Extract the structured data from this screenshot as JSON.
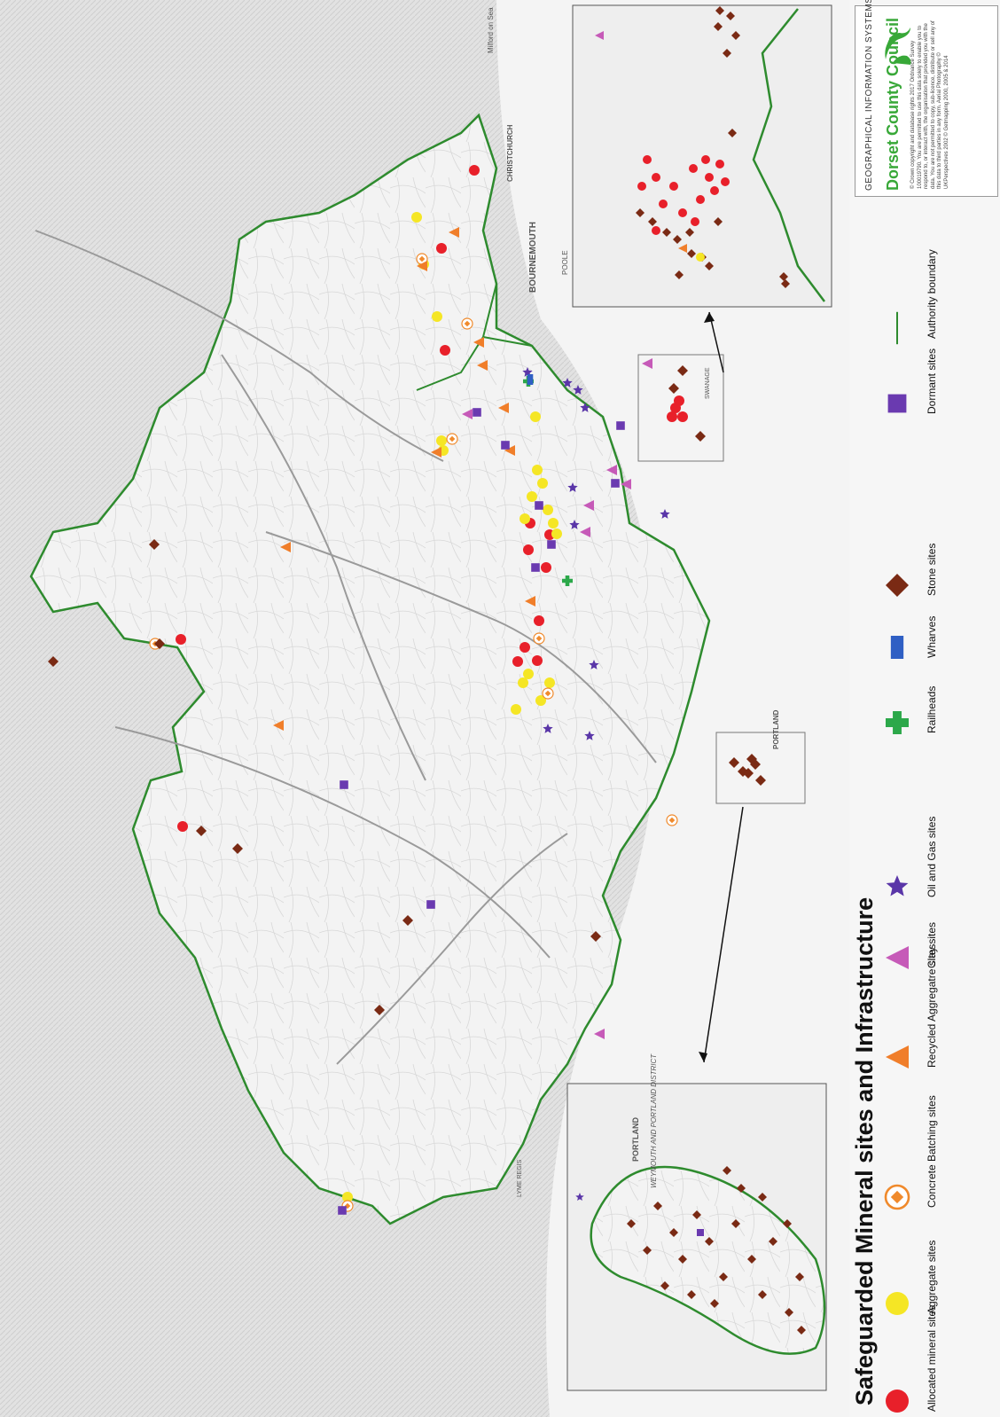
{
  "legend": {
    "title": "Safeguarded Mineral sites and Infrastructure",
    "items": [
      {
        "key": "allocated",
        "label": "Allocated mineral sites",
        "symbol": "circle",
        "color": "#e8202a"
      },
      {
        "key": "aggregate",
        "label": "Aggregate sites",
        "symbol": "circle",
        "color": "#f5e625"
      },
      {
        "key": "concrete",
        "label": "Concrete Batching sites",
        "symbol": "ring-diamond",
        "color": "#f08a2c"
      },
      {
        "key": "recycled",
        "label": "Recycled Aggregatre sites",
        "symbol": "triangle",
        "color": "#f07e2a"
      },
      {
        "key": "clay",
        "label": "Clay sites",
        "symbol": "triangle",
        "color": "#c65ab8"
      },
      {
        "key": "oilgas",
        "label": "Oil and Gas sites",
        "symbol": "star",
        "color": "#5a36a8"
      },
      {
        "key": "railheads",
        "label": "Railheads",
        "symbol": "cross",
        "color": "#2ca84a"
      },
      {
        "key": "wharves",
        "label": "Wharves",
        "symbol": "rectangle",
        "color": "#2f5fc4"
      },
      {
        "key": "stone",
        "label": "Stone sites",
        "symbol": "diamond",
        "color": "#7a2a14"
      },
      {
        "key": "dormant",
        "label": "Dormant sites",
        "symbol": "square",
        "color": "#6a3ab0"
      },
      {
        "key": "boundary",
        "label": "Authority boundary",
        "symbol": "line",
        "color": "#2e8b2e"
      }
    ]
  },
  "branding": {
    "gis_title": "GEOGRAPHICAL INFORMATION SYSTEMS",
    "council_name": "Dorset County Council",
    "copyright": "© Crown copyright and database rights 2017 Ordnance Survey 100019790. You are permitted to use this data solely to enable you to respond to, or interact with, the organisation that provided you with the data. You are not permitted to copy, sub-licence, distribute or sell any of this data to third parties in any form. Aerial Photography © UKPerspectives 2002 © Getmapping 2000, 2005 & 2014",
    "brand_color": "#38a838"
  },
  "map_labels": {
    "bournemouth": "BOURNEMOUTH",
    "christchurch": "CHRISTCHURCH",
    "portland": "PORTLAND",
    "weymouth_portland": "WEYMOUTH AND PORTLAND DISTRICT",
    "poole": "POOLE",
    "swanage": "SWANAGE",
    "lyme_regis": "LYME REGIS",
    "milford": "Milford on Sea"
  }
}
